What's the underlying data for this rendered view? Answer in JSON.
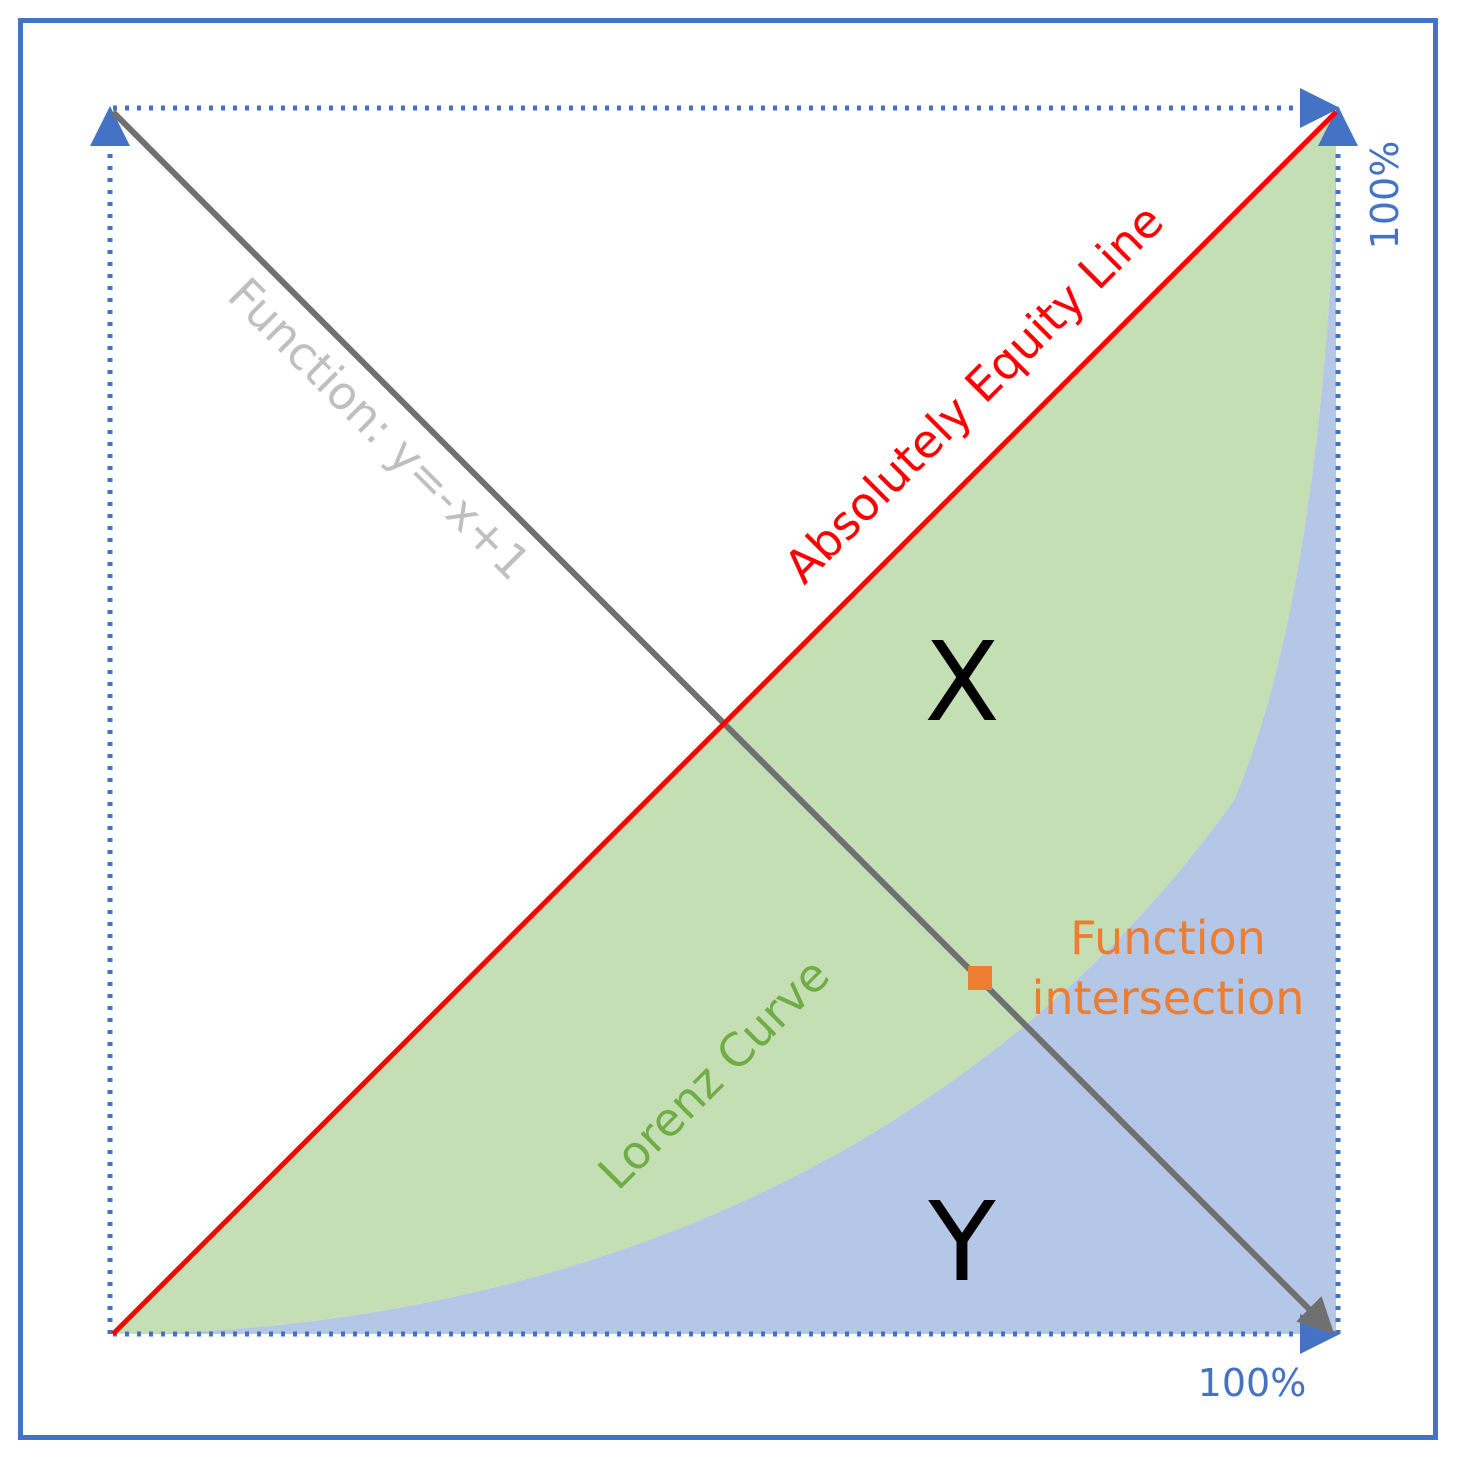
{
  "diagram": {
    "labels": {
      "equity_line": "Absolutely Equity Line",
      "function_line": "Function: y=-x+1",
      "lorenz_curve": "Lorenz Curve",
      "region_x": "X",
      "region_y": "Y",
      "intersection_line1": "Function",
      "intersection_line2": "intersection",
      "x_axis_max": "100%",
      "y_axis_max": "100%"
    },
    "colors": {
      "frame": "#4472c4",
      "axes": "#4472c4",
      "equity_line": "#ff0000",
      "function_line": "#707070",
      "function_label": "#bfbfbf",
      "region_x_fill": "#c5dfb5",
      "region_y_fill": "#b4c7e7",
      "lorenz_label": "#70ad47",
      "intersection_marker": "#ed7d31",
      "intersection_label": "#ed7d31",
      "axis_label": "#4472c4"
    }
  }
}
